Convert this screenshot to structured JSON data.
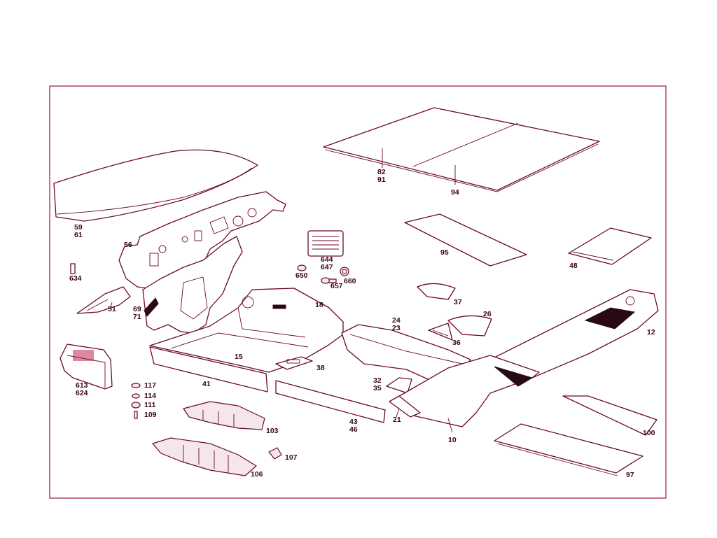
{
  "colors": {
    "frame": "#a0143c",
    "line": "#6a0a22",
    "text": "#3a0612",
    "background": "#ffffff"
  },
  "labels": {
    "p59": "59",
    "p61": "61",
    "p634": "634",
    "p56": "56",
    "p51": "51",
    "p69": "69",
    "p71": "71",
    "p613": "613",
    "p624": "624",
    "p117": "117",
    "p114": "114",
    "p111": "111",
    "p109": "109",
    "p41": "41",
    "p15": "15",
    "p38": "38",
    "p18": "18",
    "p650": "650",
    "p644": "644",
    "p647": "647",
    "p657": "657",
    "p660": "660",
    "p82": "82",
    "p91": "91",
    "p94": "94",
    "p95": "95",
    "p48": "48",
    "p37": "37",
    "p26": "26",
    "p24": "24",
    "p23": "23",
    "p36": "36",
    "p12": "12",
    "p32": "32",
    "p35": "35",
    "p43": "43",
    "p46": "46",
    "p21": "21",
    "p10": "10",
    "p100": "100",
    "p97": "97",
    "p103": "103",
    "p107": "107",
    "p106": "106"
  }
}
